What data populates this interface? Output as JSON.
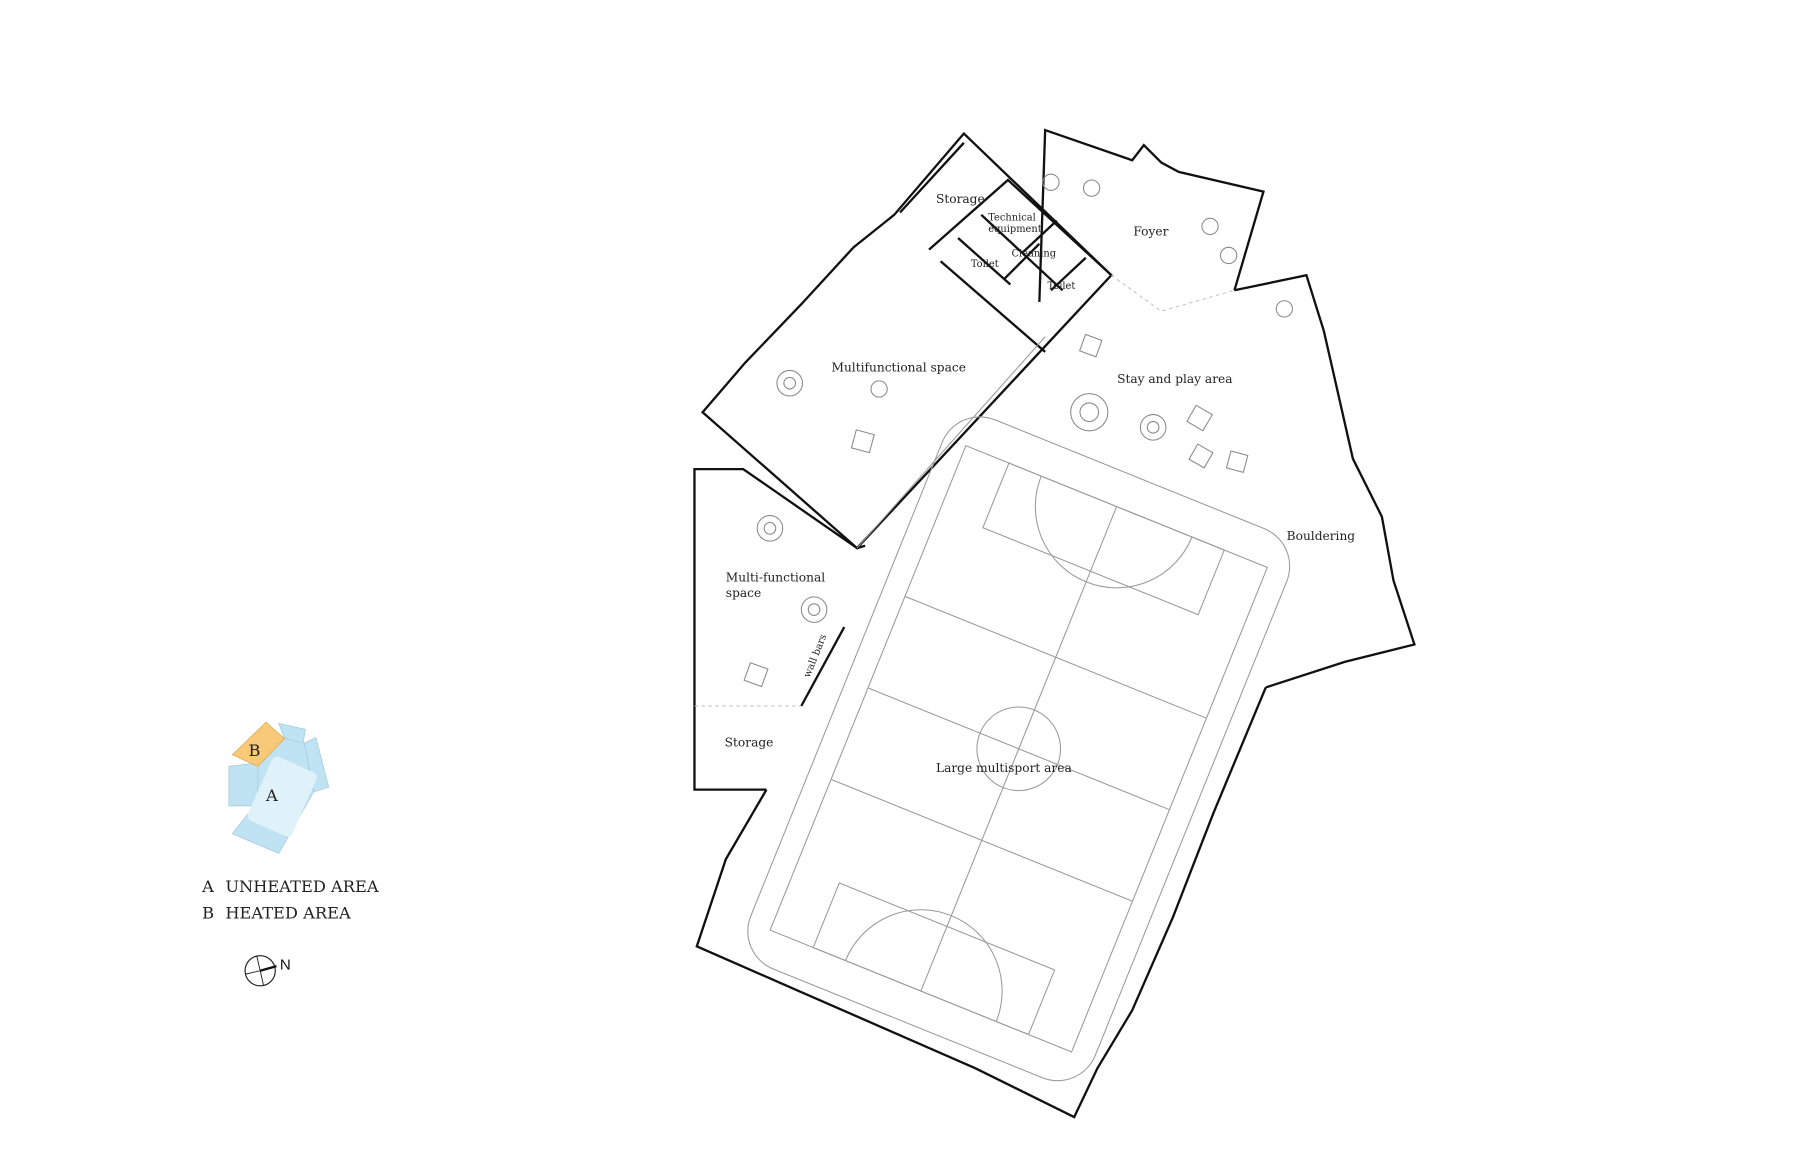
{
  "plan": {
    "rooms": {
      "storage_top": "Storage",
      "technical_1": "Technical",
      "technical_2": "equipment",
      "cleaning": "Cleaning",
      "toilet_left": "Toilet",
      "toilet_right": "Toilet",
      "foyer": "Foyer",
      "multifunctional": "Multifunctional space",
      "stay_play": "Stay and play area",
      "bouldering": "Bouldering",
      "multi_functional_1": "Multi-functional",
      "multi_functional_2": "space",
      "wall_bars": "wall bars",
      "storage_bottom": "Storage",
      "multisport": "Large multisport area"
    }
  },
  "key_plan": {
    "zone_a": "A",
    "zone_b": "B",
    "colors": {
      "unheated": "#bfe3f2",
      "unheated_inner": "#dff1f9",
      "heated": "#f9c97a"
    }
  },
  "legend": {
    "items": [
      {
        "letter": "A",
        "label": "UNHEATED AREA"
      },
      {
        "letter": "B",
        "label": "HEATED AREA"
      }
    ]
  },
  "north": {
    "label": "N",
    "icon": "north-arrow-icon"
  }
}
